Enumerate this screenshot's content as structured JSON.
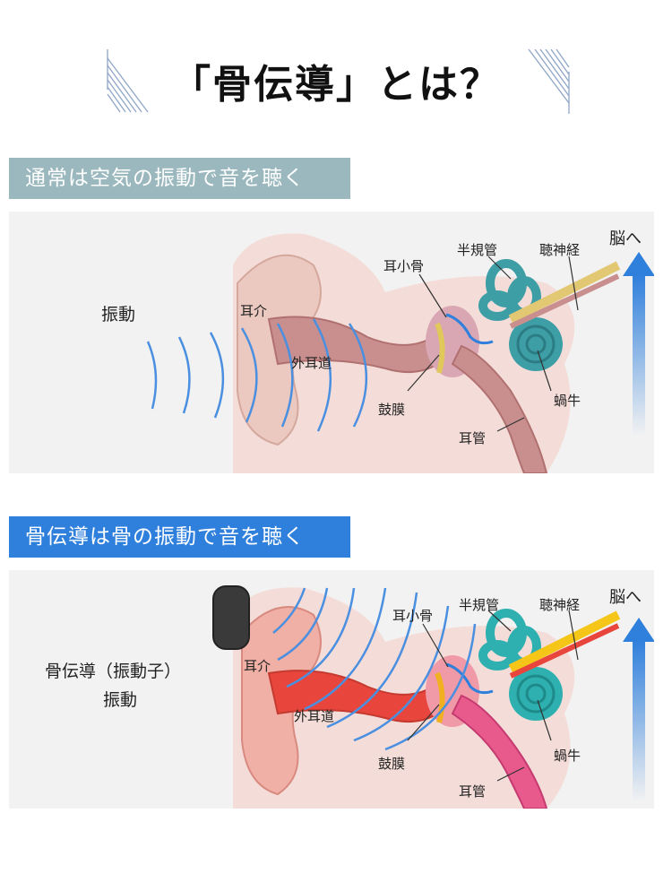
{
  "title": "「骨伝導」とは？",
  "section1": {
    "banner": "通常は空気の振動で音を聴く",
    "source_label": "振動",
    "labels": {
      "pinna": "耳介",
      "ear_canal": "外耳道",
      "ossicles": "耳小骨",
      "semicircular": "半規管",
      "auditory_nerve": "聴神経",
      "eardrum": "鼓膜",
      "cochlea": "蝸牛",
      "eustachian": "耳管",
      "to_brain": "脳へ"
    }
  },
  "section2": {
    "banner": "骨伝導は骨の振動で音を聴く",
    "source_label_line1": "骨伝導（振動子）",
    "source_label_line2": "振動",
    "labels": {
      "pinna": "耳介",
      "ear_canal": "外耳道",
      "ossicles": "耳小骨",
      "semicircular": "半規管",
      "auditory_nerve": "聴神経",
      "eardrum": "鼓膜",
      "cochlea": "蝸牛",
      "eustachian": "耳管",
      "to_brain": "脳へ"
    }
  },
  "colors": {
    "banner1": "#9ab8bd",
    "banner2": "#2f7fdc",
    "wave": "#4a8fe0",
    "canal_air": "#c98f8f",
    "canal_bone": "#e8463c",
    "cochlea": "#3e9ea6",
    "arrow": "#2f7fdc"
  }
}
